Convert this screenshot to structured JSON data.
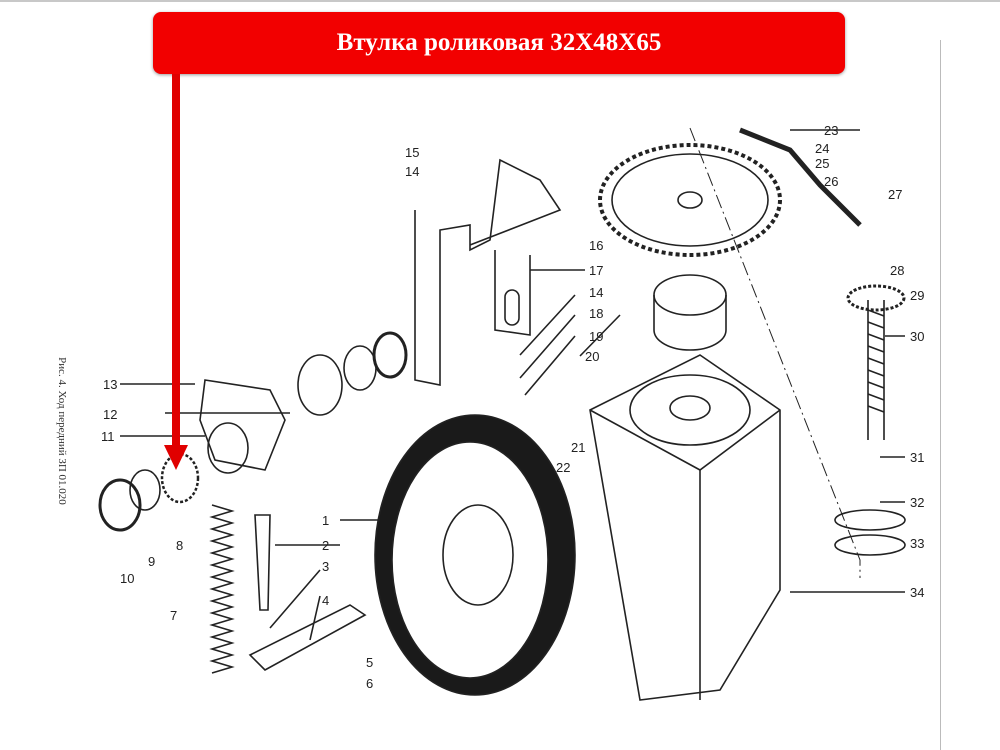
{
  "banner": {
    "title": "Втулка роликовая 32X48X65",
    "color": "#f20000"
  },
  "figure_caption": "Рис. 4. Ход передний ЗП 01.020",
  "callouts": [
    "1",
    "2",
    "3",
    "4",
    "5",
    "6",
    "7",
    "8",
    "9",
    "10",
    "11",
    "12",
    "13",
    "14",
    "15",
    "16",
    "17",
    "14",
    "18",
    "19",
    "20",
    "21",
    "22",
    "23",
    "24",
    "25",
    "26",
    "27",
    "28",
    "29",
    "30",
    "31",
    "32",
    "33",
    "34"
  ],
  "highlighted_part": "8"
}
